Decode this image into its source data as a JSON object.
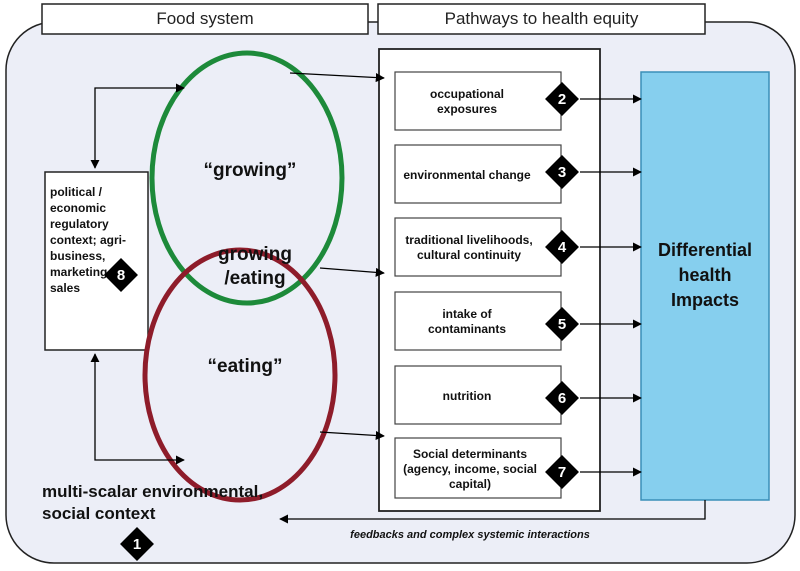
{
  "headers": {
    "food_system": "Food system",
    "pathways": "Pathways to health equity"
  },
  "ovals": {
    "growing": "“growing”",
    "overlap": "growing\n/eating",
    "eating": "“eating”"
  },
  "context_box": {
    "text": "political / economic regulatory context; agri-business, marketing, sales",
    "badge": "8"
  },
  "pathways": [
    {
      "label": "occupational exposures",
      "badge": "2"
    },
    {
      "label": "environmental change",
      "badge": "3"
    },
    {
      "label": "traditional livelihoods, cultural continuity",
      "badge": "4"
    },
    {
      "label": "intake of contaminants",
      "badge": "5"
    },
    {
      "label": "nutrition",
      "badge": "6"
    },
    {
      "label": "Social determinants (agency, income, social capital)",
      "badge": "7"
    }
  ],
  "impacts": {
    "label": "Differential health Impacts"
  },
  "outer_context": {
    "label": "multi-scalar environmental, social context",
    "badge": "1"
  },
  "feedback": {
    "label": "feedbacks and complex systemic interactions"
  },
  "colors": {
    "background": "#eceef7",
    "growing_oval": "#1d8a3a",
    "eating_oval": "#8e1c2a",
    "impacts_fill": "#86cfee",
    "impacts_border": "#3a8fb8",
    "badge": "#000000"
  }
}
